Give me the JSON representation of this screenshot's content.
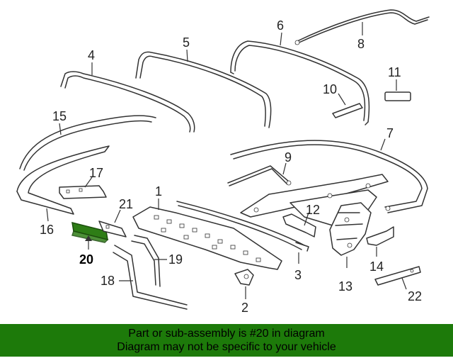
{
  "diagram": {
    "highlight_color": "#2e7d16",
    "highlighted_part": "20",
    "callouts": {
      "c1": "1",
      "c2": "2",
      "c3": "3",
      "c4": "4",
      "c5": "5",
      "c6": "6",
      "c7": "7",
      "c8": "8",
      "c9": "9",
      "c10": "10",
      "c11": "11",
      "c12": "12",
      "c13": "13",
      "c14": "14",
      "c15": "15",
      "c16": "16",
      "c17": "17",
      "c18": "18",
      "c19": "19",
      "c20": "20",
      "c21": "21",
      "c22": "22"
    }
  },
  "banner": {
    "line1": "Part or sub-assembly is #20 in diagram",
    "line2": "Diagram may not be specific to your vehicle",
    "background": "#1d7a0a"
  }
}
